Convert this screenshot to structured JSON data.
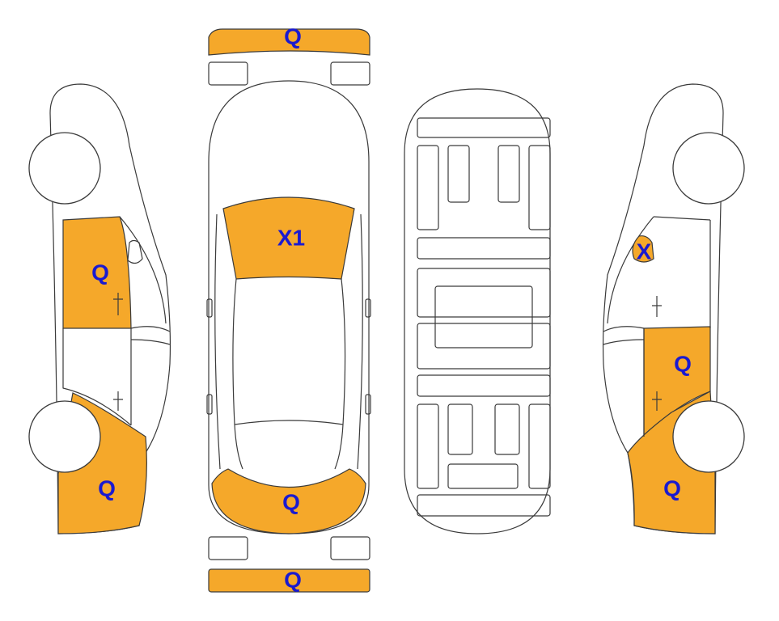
{
  "colors": {
    "damage": "#f5a82a",
    "outline": "#3a3a3a",
    "label": "#1a1ad0"
  },
  "labels": {
    "front_bumper": "Q",
    "hood": "X1",
    "trunk": "Q",
    "rear_bumper": "Q",
    "left_front_door": "Q",
    "left_rear_quarter": "Q",
    "right_mirror": "X",
    "right_rear_door": "Q",
    "right_rear_quarter": "Q"
  }
}
